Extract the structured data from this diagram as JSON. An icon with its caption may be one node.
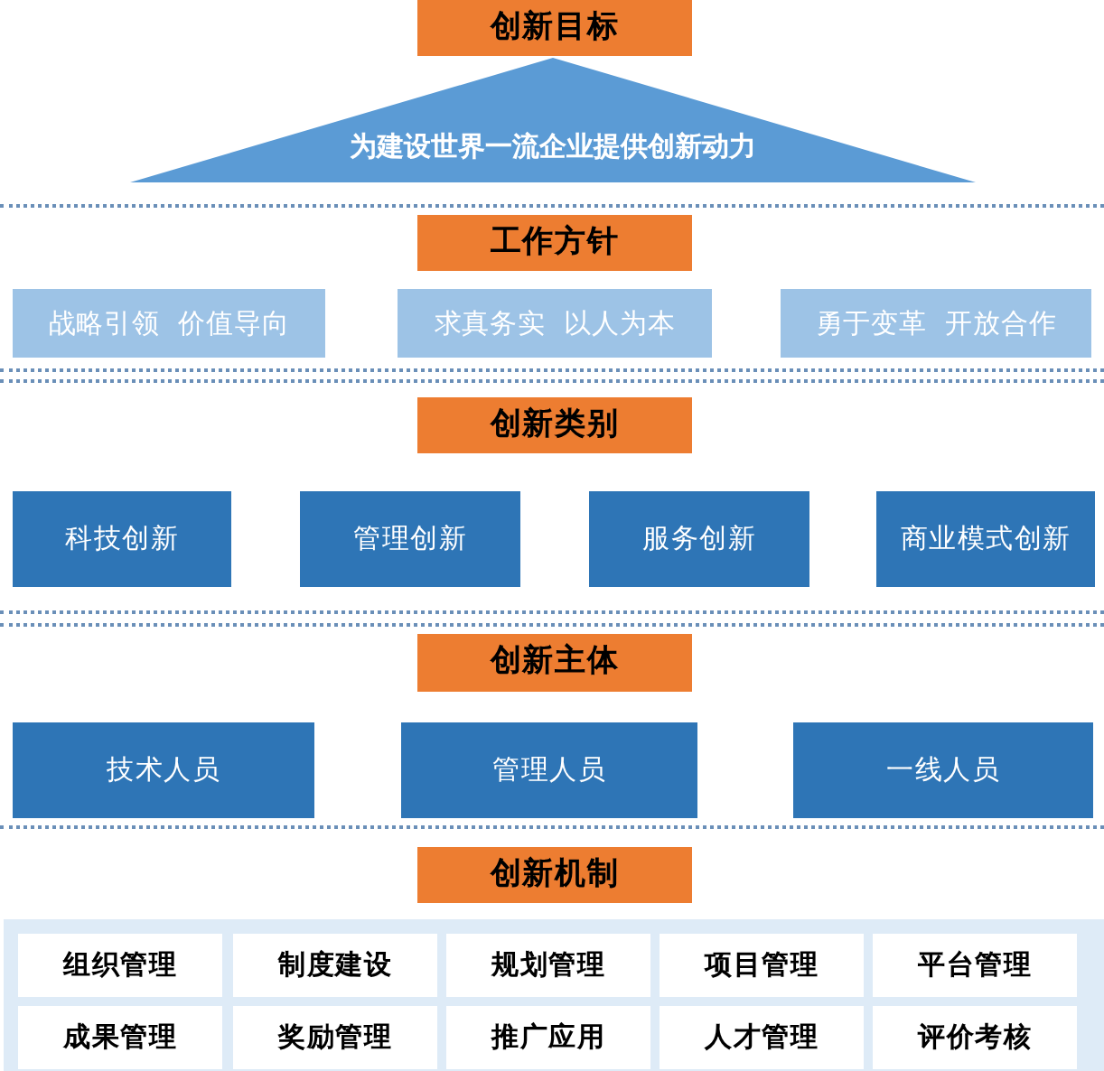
{
  "diagram": {
    "nodes": [
      {
        "text": [
          "创新目标"
        ]
      },
      {
        "text": [
          "为建设世界一流企业提供创新动力"
        ]
      },
      {
        "text": [
          "工作方针"
        ]
      },
      {
        "text": [
          "战略引领  价值导向"
        ]
      },
      {
        "text": [
          "求真务实  以人为本"
        ]
      },
      {
        "text": [
          "勇于变革  开放合作"
        ]
      },
      {
        "text": [
          "创新类别"
        ]
      },
      {
        "text": [
          "科技创新"
        ]
      },
      {
        "text": [
          "管理创新"
        ]
      },
      {
        "text": [
          "服务创新"
        ]
      },
      {
        "text": [
          "商业模式创新"
        ]
      },
      {
        "text": [
          "创新主体"
        ]
      },
      {
        "text": [
          "技术人员"
        ]
      },
      {
        "text": [
          "管理人员"
        ]
      },
      {
        "text": [
          "一线人员"
        ]
      },
      {
        "text": [
          "创新机制"
        ]
      },
      {
        "text": [],
        "shape": "box"
      },
      {
        "text": [
          "组织管理"
        ],
        "in": 16
      },
      {
        "text": [
          "制度建设"
        ],
        "in": 16
      },
      {
        "text": [
          "规划管理"
        ],
        "in": 16
      },
      {
        "text": [
          "项目管理"
        ],
        "in": 16
      },
      {
        "text": [
          "平台管理"
        ],
        "in": 16
      },
      {
        "text": [
          "成果管理"
        ],
        "in": 16
      },
      {
        "text": [
          "奖励管理"
        ],
        "in": 16
      },
      {
        "text": [
          "推广应用"
        ],
        "in": 16
      },
      {
        "text": [
          "人才管理"
        ],
        "in": 16
      },
      {
        "text": [
          "评价考核"
        ],
        "in": 16
      }
    ]
  }
}
